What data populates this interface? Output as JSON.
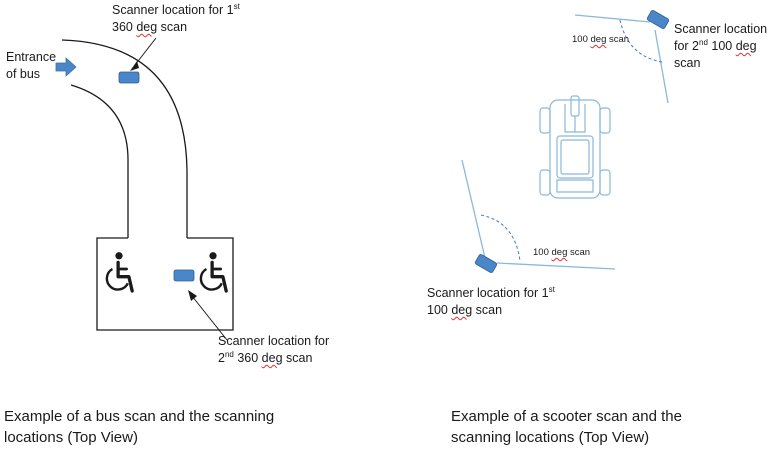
{
  "colors": {
    "scanner_fill": "#4a86c8",
    "scanner_stroke": "#2f5f96",
    "arrow_fill": "#4a86c8",
    "scooter_lines": "#8ab8dc",
    "ink": "#1a1a1a"
  },
  "icons": {
    "entrance_arrow": "arrow-right-icon",
    "wheelchair": "wheelchair-icon",
    "scanner": "scanner-icon",
    "scooter": "mobility-scooter-icon"
  },
  "bus": {
    "entrance_label_line1": "Entrance",
    "entrance_label_line2": "of bus",
    "scanner1": {
      "line1": "Scanner location for 1",
      "line1_sup": "st",
      "line2_pre": "360 ",
      "line2_deg": "deg",
      "line2_post": " scan"
    },
    "scanner2": {
      "line1": "Scanner location for",
      "line2_pre": "2",
      "line2_sup": "nd",
      "line2_mid": " 360 ",
      "line2_deg": "deg",
      "line2_post": " scan"
    },
    "caption_line1": "Example of a bus scan and the scanning",
    "caption_line2": "locations (Top View)"
  },
  "scooter": {
    "scanner2": {
      "line1": "Scanner location",
      "line2_pre": "for 2",
      "line2_sup": "nd",
      "line2_mid": " 100 ",
      "line2_deg": "deg",
      "line3": "scan"
    },
    "scanner1": {
      "line1": "Scanner location for 1",
      "line1_sup": "st",
      "line2_pre": "100 ",
      "line2_deg": "deg",
      "line2_post": " scan"
    },
    "angle_top_pre": "100 ",
    "angle_top_deg": "deg",
    "angle_top_post": " scan",
    "angle_bottom_pre": "100 ",
    "angle_bottom_deg": "deg",
    "angle_bottom_post": " scan",
    "caption_line1": "Example of a scooter scan and the",
    "caption_line2": "scanning locations (Top View)"
  }
}
